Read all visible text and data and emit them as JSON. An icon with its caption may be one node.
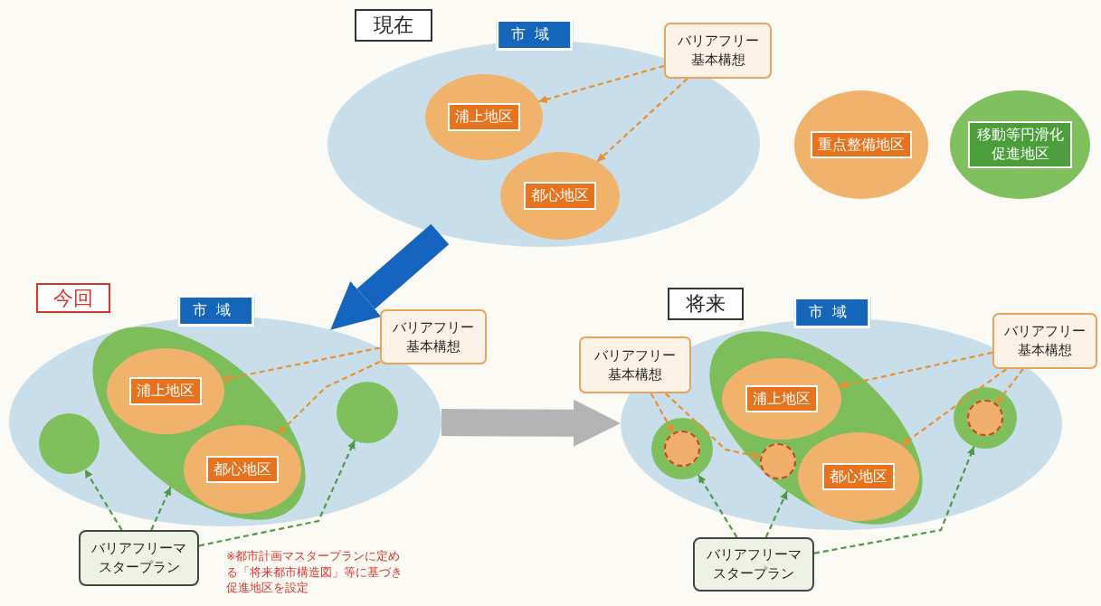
{
  "diagram": {
    "nodes": [
      {
        "text": [
          "現在"
        ]
      },
      {
        "text": [
          "市域"
        ]
      },
      {
        "text": [
          "浦上地区"
        ],
        "in": 1
      },
      {
        "text": [
          "都心地区"
        ],
        "in": 1
      },
      {
        "text": [
          "バリアフリー基本構想"
        ]
      },
      {
        "text": [
          "重点整備地区"
        ]
      },
      {
        "text": [
          "移動等円滑化促進地区"
        ]
      },
      {
        "text": [
          "今回"
        ]
      },
      {
        "text": [
          "市域"
        ]
      },
      {
        "text": [],
        "shape": "ellipse",
        "in": 8
      },
      {
        "text": [
          "浦上地区"
        ],
        "in": 9
      },
      {
        "text": [
          "都心地区"
        ],
        "in": 9
      },
      {
        "text": [],
        "shape": "circle",
        "in": 8
      },
      {
        "text": [],
        "shape": "circle",
        "in": 8
      },
      {
        "text": [
          "バリアフリー基本構想"
        ]
      },
      {
        "text": [
          "バリアフリーマスタープラン"
        ]
      },
      {
        "text": [
          "将来"
        ]
      },
      {
        "text": [
          "市域"
        ]
      },
      {
        "text": [],
        "shape": "ellipse",
        "in": 17
      },
      {
        "text": [
          "浦上地区"
        ],
        "in": 18
      },
      {
        "text": [
          "都心地区"
        ],
        "in": 18
      },
      {
        "text": [],
        "shape": "circle",
        "in": 18
      },
      {
        "text": [],
        "shape": "circle",
        "in": 17
      },
      {
        "text": [],
        "shape": "circle",
        "in": 22
      },
      {
        "text": [],
        "shape": "circle",
        "in": 17
      },
      {
        "text": [],
        "shape": "circle",
        "in": 24
      },
      {
        "text": [
          "バリアフリー基本構想"
        ]
      },
      {
        "text": [
          "バリアフリー基本構想"
        ]
      },
      {
        "text": [
          "バリアフリーマスタープラン"
        ]
      }
    ],
    "edges": [
      {
        "from": 4,
        "to": 2,
        "arrow": "to",
        "style": "dashed"
      },
      {
        "from": 4,
        "to": 3,
        "arrow": "to",
        "style": "dashed"
      },
      {
        "from": 1,
        "to": 8,
        "arrow": "to",
        "style": "thick",
        "color": "#1565c0"
      },
      {
        "from": 14,
        "to": 10,
        "arrow": "to",
        "style": "dashed"
      },
      {
        "from": 14,
        "to": 11,
        "arrow": "to",
        "style": "dashed"
      },
      {
        "from": 15,
        "to": 12,
        "arrow": "to",
        "style": "dashed",
        "color": "#4f9a45"
      },
      {
        "from": 15,
        "to": 9,
        "arrow": "to",
        "style": "dashed",
        "color": "#4f9a45"
      },
      {
        "from": 15,
        "to": 13,
        "arrow": "to",
        "style": "dashed",
        "color": "#4f9a45"
      },
      {
        "from": 8,
        "to": 17,
        "arrow": "to",
        "style": "thick",
        "color": "#b4b4b4"
      },
      {
        "from": 26,
        "to": 23,
        "arrow": "to",
        "style": "dashed"
      },
      {
        "from": 26,
        "to": 21,
        "arrow": "to",
        "style": "dashed"
      },
      {
        "from": 27,
        "to": 19,
        "arrow": "to",
        "style": "dashed"
      },
      {
        "from": 27,
        "to": 20,
        "arrow": "to",
        "style": "dashed"
      },
      {
        "from": 27,
        "to": 25,
        "arrow": "to",
        "style": "dashed"
      },
      {
        "from": 28,
        "to": 22,
        "arrow": "to",
        "style": "dashed",
        "color": "#4f9a45"
      },
      {
        "from": 28,
        "to": 18,
        "arrow": "to",
        "style": "dashed",
        "color": "#4f9a45"
      },
      {
        "from": 28,
        "to": 24,
        "arrow": "to",
        "style": "dashed",
        "color": "#4f9a45"
      }
    ],
    "labels": [
      "※都市計画マスタープランに定める「将来都市構造図」等に基づき促進地区を設定"
    ]
  }
}
